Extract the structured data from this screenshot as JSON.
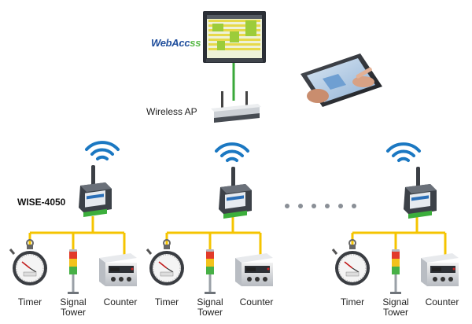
{
  "logo": {
    "text_main": "WebAcc",
    "text_accent": "ss"
  },
  "access_point": {
    "label": "Wireless AP"
  },
  "module": {
    "label": "WISE-4050"
  },
  "nodes": [
    {
      "devices": [
        {
          "label": "Timer"
        },
        {
          "label": "Signal\nTower"
        },
        {
          "label": "Counter"
        }
      ]
    },
    {
      "devices": [
        {
          "label": "Timer"
        },
        {
          "label": "Signal\nTower"
        },
        {
          "label": "Counter"
        }
      ]
    },
    {
      "devices": [
        {
          "label": "Timer"
        },
        {
          "label": "Signal\nTower"
        },
        {
          "label": "Counter"
        }
      ]
    }
  ],
  "colors": {
    "wifi": "#1b78c2",
    "link": "#f5c400",
    "ap_link": "#3aa83a",
    "bezel": "#2b2f36"
  }
}
